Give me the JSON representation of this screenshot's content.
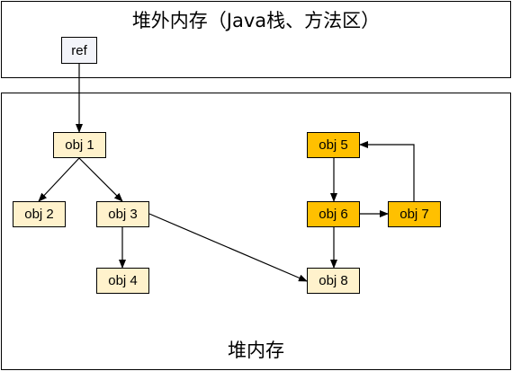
{
  "regions": {
    "offheap_title": "堆外内存（Java栈、方法区）",
    "heap_title": "堆内存"
  },
  "nodes": {
    "ref": {
      "label": "ref"
    },
    "obj1": {
      "label": "obj 1"
    },
    "obj2": {
      "label": "obj 2"
    },
    "obj3": {
      "label": "obj 3"
    },
    "obj4": {
      "label": "obj 4"
    },
    "obj5": {
      "label": "obj 5"
    },
    "obj6": {
      "label": "obj 6"
    },
    "obj7": {
      "label": "obj 7"
    },
    "obj8": {
      "label": "obj 8"
    }
  },
  "colors": {
    "ref_fill": "#f3f4fa",
    "reachable_fill": "#fff2cc",
    "unreachable_fill": "#ffc000",
    "line": "#000000"
  },
  "edges": [
    [
      "ref",
      "obj1"
    ],
    [
      "obj1",
      "obj2"
    ],
    [
      "obj1",
      "obj3"
    ],
    [
      "obj3",
      "obj4"
    ],
    [
      "obj3",
      "obj8"
    ],
    [
      "obj5",
      "obj6"
    ],
    [
      "obj6",
      "obj7"
    ],
    [
      "obj6",
      "obj8"
    ],
    [
      "obj7",
      "obj5"
    ]
  ]
}
